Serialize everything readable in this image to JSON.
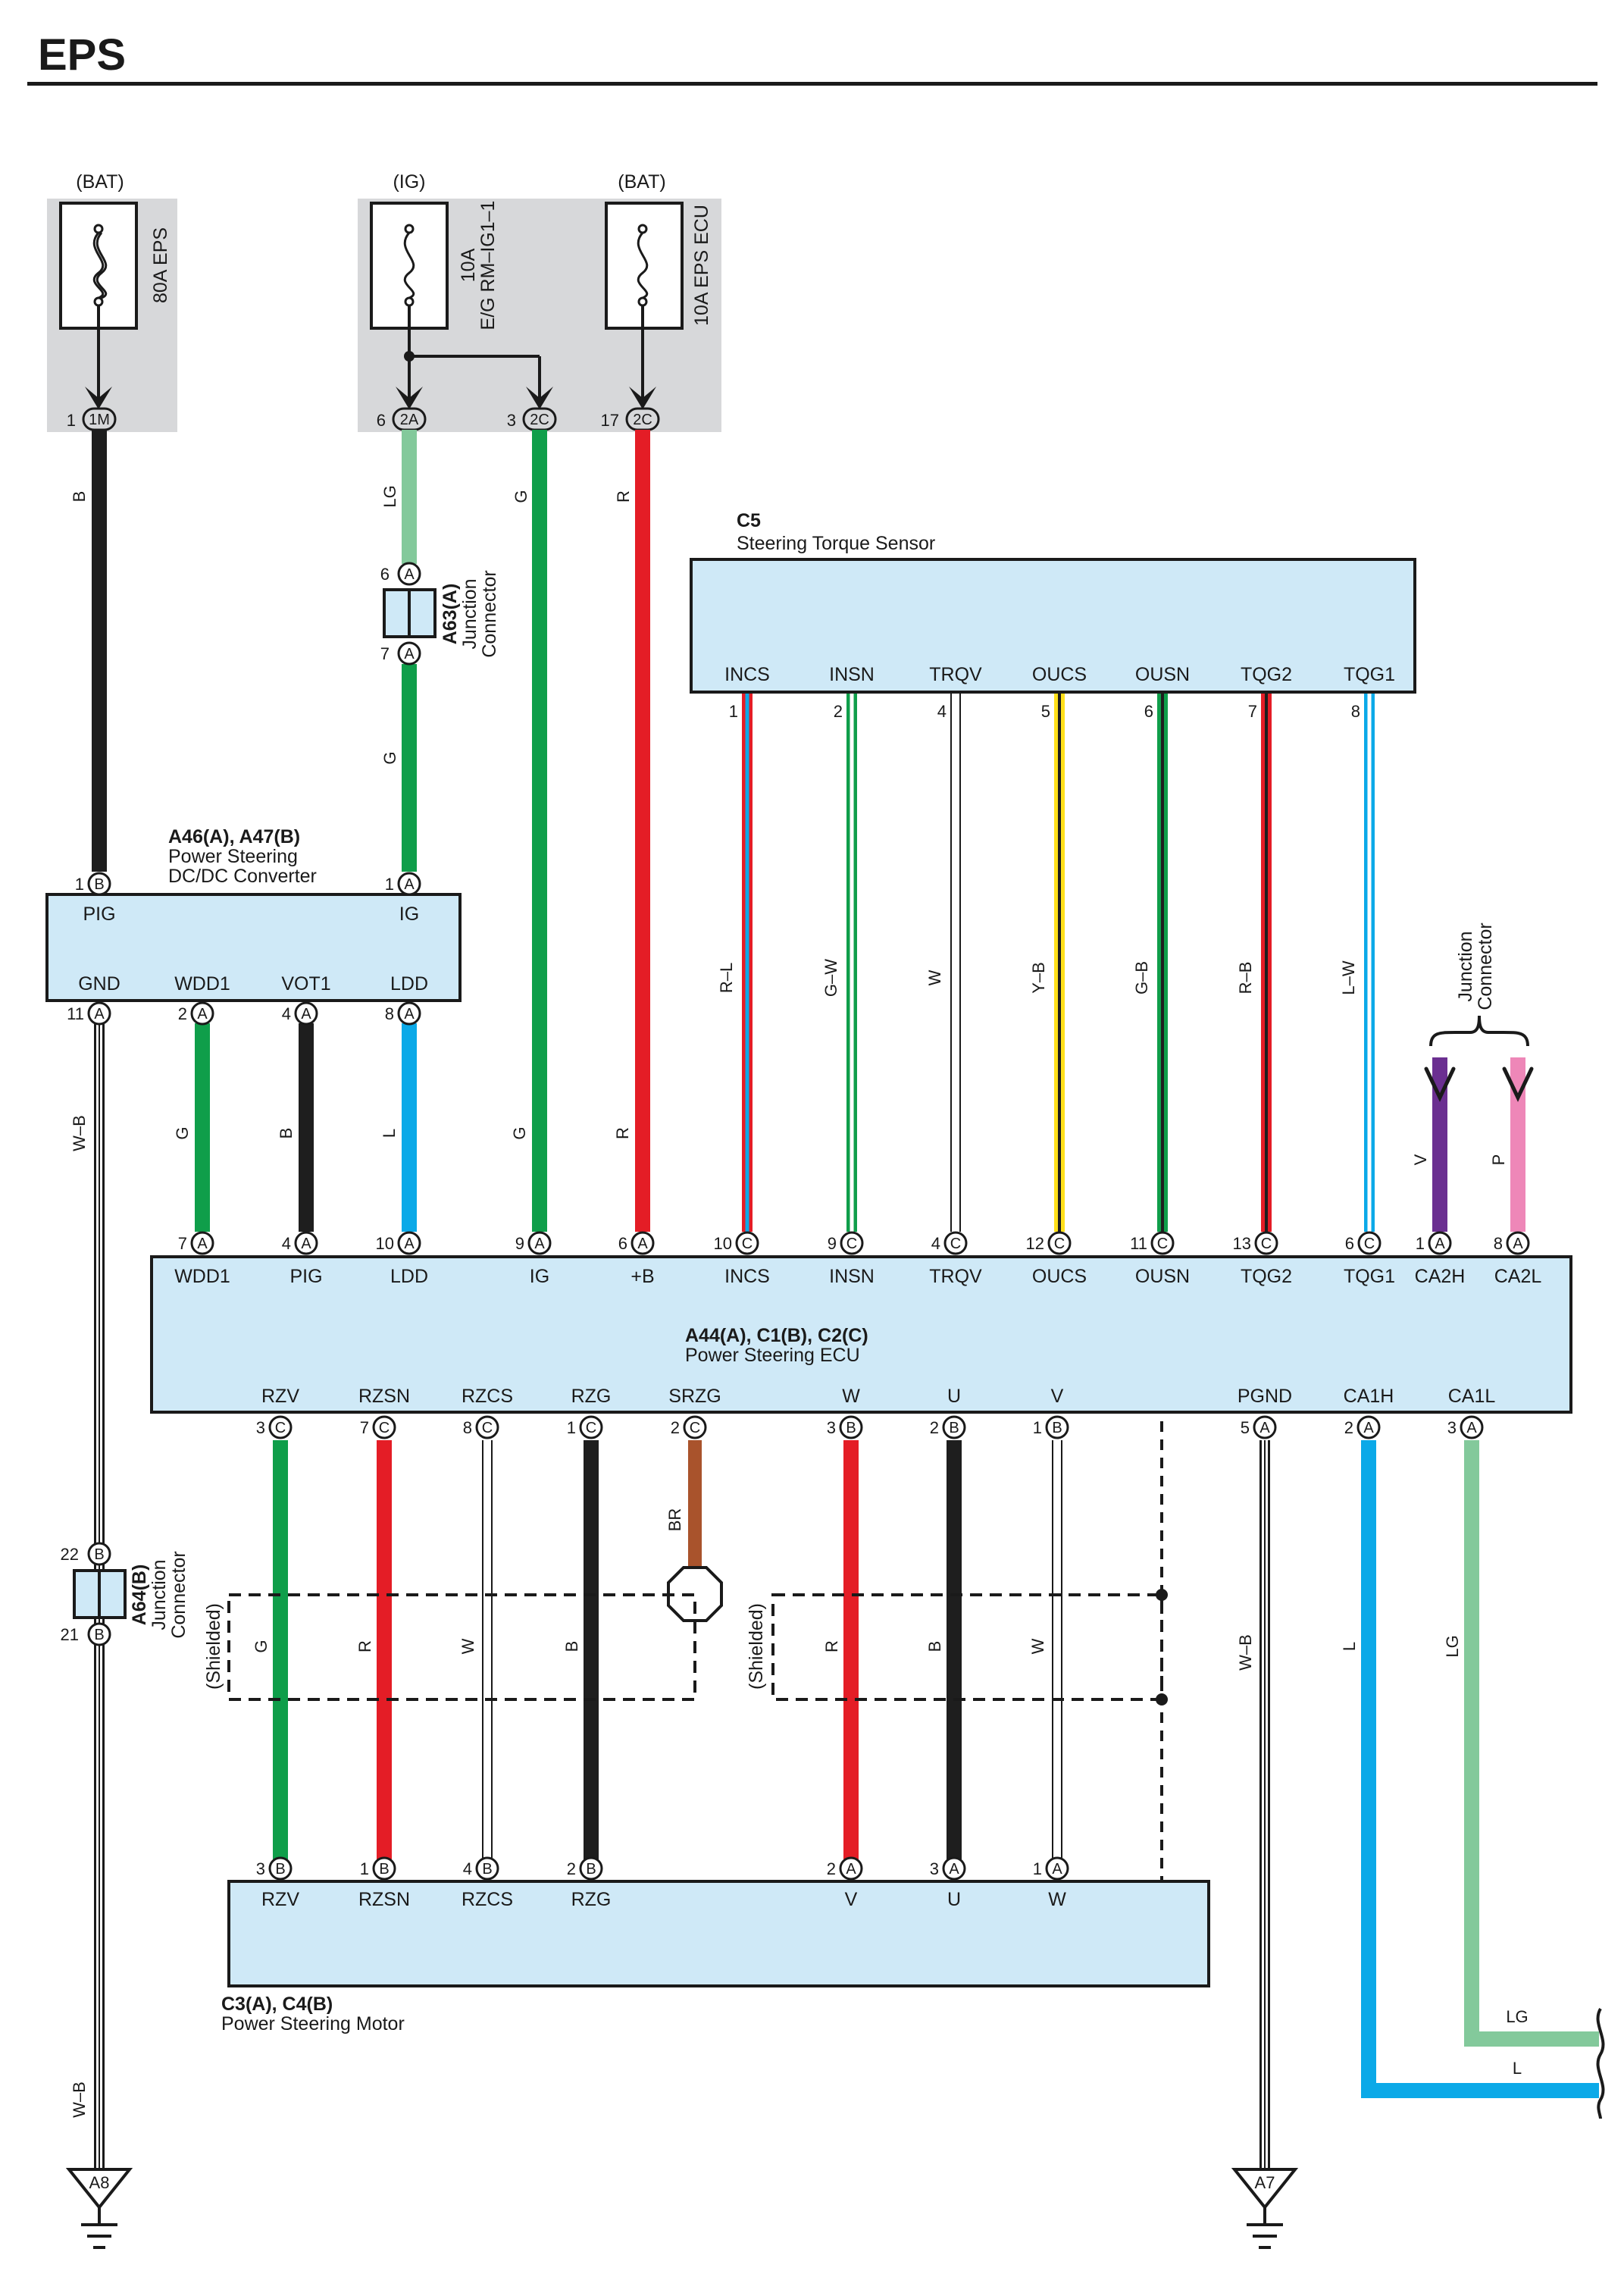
{
  "page": {
    "title": "EPS"
  },
  "colors": {
    "B": "#1e1e1e",
    "G": "#0f9e4a",
    "LG": "#83c99b",
    "L": "#0ba9e8",
    "R": "#e41d26",
    "W": "#ffffff",
    "V": "#6b2f91",
    "P": "#ee87b8",
    "BR": "#a9532c",
    "Y": "#ffe01a",
    "box_fill": "#cfe9f7",
    "fuse_area": "#d7d8da",
    "outline": "#1a1a1a"
  },
  "fuses": [
    {
      "id": "f1",
      "source": "(BAT)",
      "rating": [
        "80A EPS"
      ],
      "connector": "1M",
      "pin": "1"
    },
    {
      "id": "f2",
      "source": "(IG)",
      "rating": [
        "10A",
        "E/G RM–IG1–1"
      ],
      "connector": "2A",
      "pin": "6"
    },
    {
      "id": "f3",
      "source": "(BAT)",
      "rating": [
        "10A EPS ECU"
      ],
      "connector": "2C",
      "pin": "17"
    },
    {
      "id": "f2b",
      "connector": "2C",
      "pin": "3"
    }
  ],
  "components": {
    "c5": {
      "ref": "C5",
      "name": "Steering Torque Sensor",
      "terms": [
        {
          "name": "INCS",
          "pin": "1"
        },
        {
          "name": "INSN",
          "pin": "2"
        },
        {
          "name": "TRQV",
          "pin": "4"
        },
        {
          "name": "OUCS",
          "pin": "5"
        },
        {
          "name": "OUSN",
          "pin": "6"
        },
        {
          "name": "TQG2",
          "pin": "7"
        },
        {
          "name": "TQG1",
          "pin": "8"
        }
      ]
    },
    "a63": {
      "ref": "A63(A)",
      "name": [
        "Junction",
        "Connector"
      ],
      "pin_top": "6",
      "pin_bot": "7",
      "letter": "A"
    },
    "a64": {
      "ref": "A64(B)",
      "name": [
        "Junction",
        "Connector"
      ],
      "pin_top": "22",
      "pin_bot": "21",
      "letter": "B"
    },
    "dcdc": {
      "ref": "A46(A), A47(B)",
      "name": [
        "Power Steering",
        "DC/DC Converter"
      ],
      "top": [
        {
          "name": "PIG",
          "pin": "1",
          "conn": "B"
        },
        {
          "name": "IG",
          "pin": "1",
          "conn": "A"
        }
      ],
      "bottom": [
        {
          "name": "GND",
          "pin": "11",
          "conn": "A"
        },
        {
          "name": "WDD1",
          "pin": "2",
          "conn": "A"
        },
        {
          "name": "VOT1",
          "pin": "4",
          "conn": "A"
        },
        {
          "name": "LDD",
          "pin": "8",
          "conn": "A"
        }
      ]
    },
    "ecu": {
      "ref": "A44(A), C1(B), C2(C)",
      "name": "Power Steering ECU",
      "top": [
        {
          "name": "WDD1",
          "pin": "7",
          "conn": "A"
        },
        {
          "name": "PIG",
          "pin": "4",
          "conn": "A"
        },
        {
          "name": "LDD",
          "pin": "10",
          "conn": "A"
        },
        {
          "name": "IG",
          "pin": "9",
          "conn": "A"
        },
        {
          "name": "+B",
          "pin": "6",
          "conn": "A"
        },
        {
          "name": "INCS",
          "pin": "10",
          "conn": "C"
        },
        {
          "name": "INSN",
          "pin": "9",
          "conn": "C"
        },
        {
          "name": "TRQV",
          "pin": "4",
          "conn": "C"
        },
        {
          "name": "OUCS",
          "pin": "12",
          "conn": "C"
        },
        {
          "name": "OUSN",
          "pin": "11",
          "conn": "C"
        },
        {
          "name": "TQG2",
          "pin": "13",
          "conn": "C"
        },
        {
          "name": "TQG1",
          "pin": "6",
          "conn": "C"
        },
        {
          "name": "CA2H",
          "pin": "1",
          "conn": "A"
        },
        {
          "name": "CA2L",
          "pin": "8",
          "conn": "A"
        }
      ],
      "bottom": [
        {
          "name": "RZV",
          "pin": "3",
          "conn": "C"
        },
        {
          "name": "RZSN",
          "pin": "7",
          "conn": "C"
        },
        {
          "name": "RZCS",
          "pin": "8",
          "conn": "C"
        },
        {
          "name": "RZG",
          "pin": "1",
          "conn": "C"
        },
        {
          "name": "SRZG",
          "pin": "2",
          "conn": "C"
        },
        {
          "name": "W",
          "pin": "3",
          "conn": "B"
        },
        {
          "name": "U",
          "pin": "2",
          "conn": "B"
        },
        {
          "name": "V",
          "pin": "1",
          "conn": "B"
        },
        {
          "name": "PGND",
          "pin": "5",
          "conn": "A"
        },
        {
          "name": "CA1H",
          "pin": "2",
          "conn": "A"
        },
        {
          "name": "CA1L",
          "pin": "3",
          "conn": "A"
        }
      ]
    },
    "motor": {
      "ref": "C3(A), C4(B)",
      "name": "Power Steering Motor",
      "top": [
        {
          "name": "RZV",
          "pin": "3",
          "conn": "B"
        },
        {
          "name": "RZSN",
          "pin": "1",
          "conn": "B"
        },
        {
          "name": "RZCS",
          "pin": "4",
          "conn": "B"
        },
        {
          "name": "RZG",
          "pin": "2",
          "conn": "B"
        },
        {
          "name": "V",
          "pin": "2",
          "conn": "A"
        },
        {
          "name": "U",
          "pin": "3",
          "conn": "A"
        },
        {
          "name": "W",
          "pin": "1",
          "conn": "A"
        }
      ]
    },
    "jc": {
      "name": [
        "Junction",
        "Connector"
      ]
    }
  },
  "shielded_label": "(Shielded)",
  "grounds": [
    "A8",
    "A7"
  ],
  "wires": {
    "w_b_main": "B",
    "w_lg_ig": "LG",
    "w_g_ig1": "G",
    "w_g_ig2": "G",
    "w_r_b": "R",
    "w_g_ig_a63": "G",
    "w_incs": "R–L",
    "w_insn": "G–W",
    "w_trqv": "W",
    "w_oucs": "Y–B",
    "w_ousn": "G–B",
    "w_tqg2": "R–B",
    "w_tqg1": "L–W",
    "w_wb_gnd": "W–B",
    "w_wb_gnd2": "W–B",
    "w_wdd1": "G",
    "w_vot1": "B",
    "w_ldd": "L",
    "w_ca2h": "V",
    "w_ca2l": "P",
    "w_rzv": "G",
    "w_rzsn": "R",
    "w_rzcs": "W",
    "w_rzg": "B",
    "w_srzg": "BR",
    "w_mw": "R",
    "w_mu": "B",
    "w_mv": "W",
    "w_pgnd": "W–B",
    "w_ca1h": "L",
    "w_ca1l": "LG",
    "w_end_lg": "LG",
    "w_end_l": "L"
  }
}
